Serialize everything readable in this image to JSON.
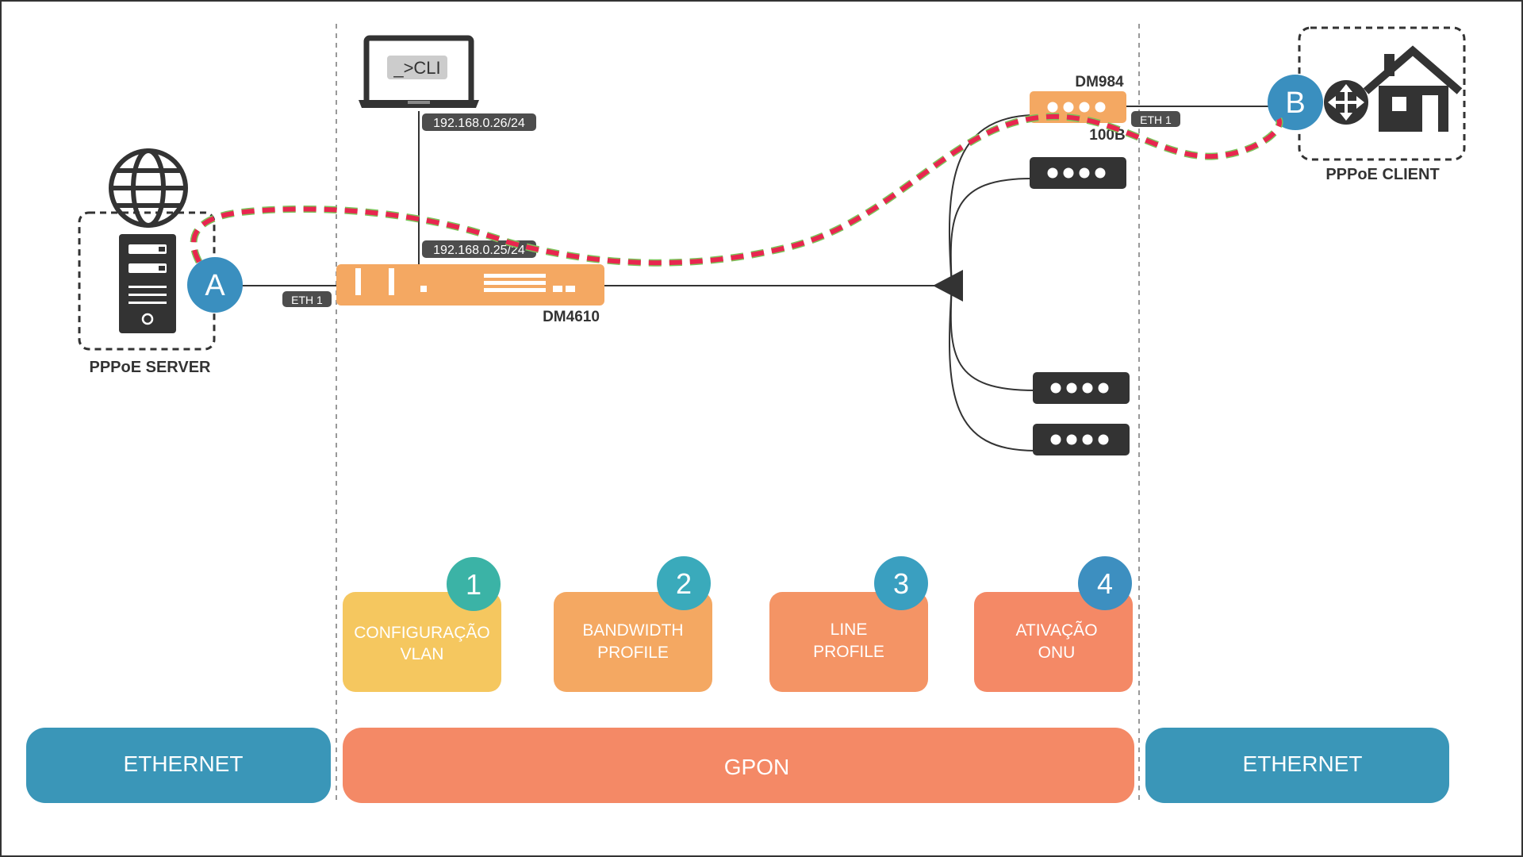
{
  "server": {
    "label": "PPPoE SERVER",
    "marker": "A",
    "icons": [
      "globe-icon",
      "server-icon"
    ]
  },
  "client": {
    "label": "PPPoE CLIENT",
    "marker": "B",
    "icons": [
      "router-icon",
      "house-icon"
    ]
  },
  "laptop": {
    "screen_text": "_>CLI",
    "ip": "192.168.0.26/24",
    "icon": "laptop-icon"
  },
  "olt": {
    "name": "DM4610",
    "ip": "192.168.0.25/24",
    "port": "ETH 1"
  },
  "onu": {
    "name": "DM984",
    "model_suffix": "100B",
    "port": "ETH 1"
  },
  "steps": [
    {
      "number": "1",
      "line1": "CONFIGURAÇÃO",
      "line2": "VLAN",
      "color": "#f5c75f",
      "badge_color": "#3bb3a6"
    },
    {
      "number": "2",
      "line1": "BANDWIDTH",
      "line2": "PROFILE",
      "color": "#f4a862",
      "badge_color": "#3aaabb"
    },
    {
      "number": "3",
      "line1": "LINE",
      "line2": "PROFILE",
      "color": "#f49465",
      "badge_color": "#3a9fc0"
    },
    {
      "number": "4",
      "line1": "ATIVAÇÃO",
      "line2": "ONU",
      "color": "#f48966",
      "badge_color": "#3d8fc0"
    }
  ],
  "segments": [
    {
      "label": "ETHERNET",
      "color": "#3a96b8"
    },
    {
      "label": "GPON",
      "color": "#f48966"
    },
    {
      "label": "ETHERNET",
      "color": "#3a96b8"
    }
  ],
  "colors": {
    "marker": "#3a8fbf",
    "device_orange": "#f4a862",
    "device_dark": "#333333",
    "pppoe_path_red": "#e8264f",
    "pppoe_path_green": "#7cc45a"
  }
}
